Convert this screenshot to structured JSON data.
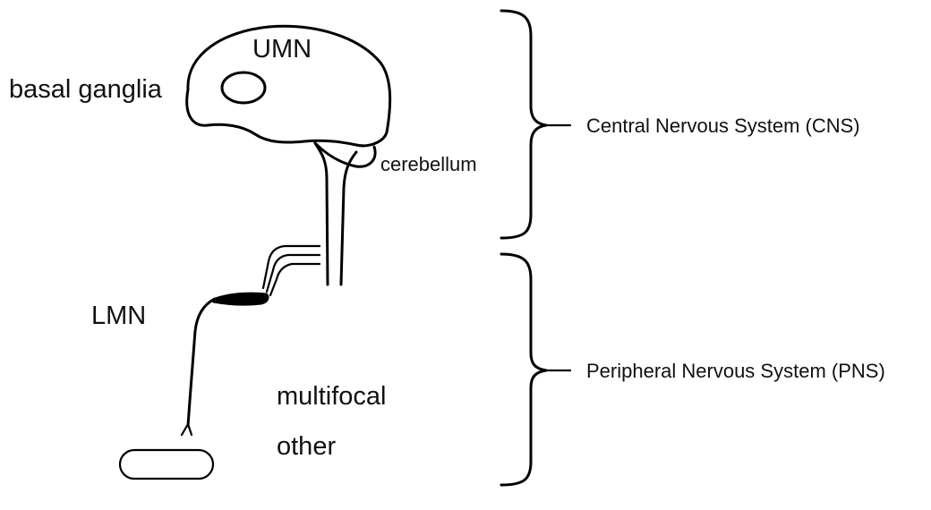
{
  "labels": {
    "umn": "UMN",
    "basal_ganglia": "basal ganglia",
    "cerebellum": "cerebellum",
    "lmn": "LMN",
    "multifocal": "multifocal",
    "other": "other",
    "cns": "Central Nervous System (CNS)",
    "pns": "Peripheral Nervous System (PNS)"
  },
  "colors": {
    "ink": "#000000",
    "background": "#ffffff"
  }
}
